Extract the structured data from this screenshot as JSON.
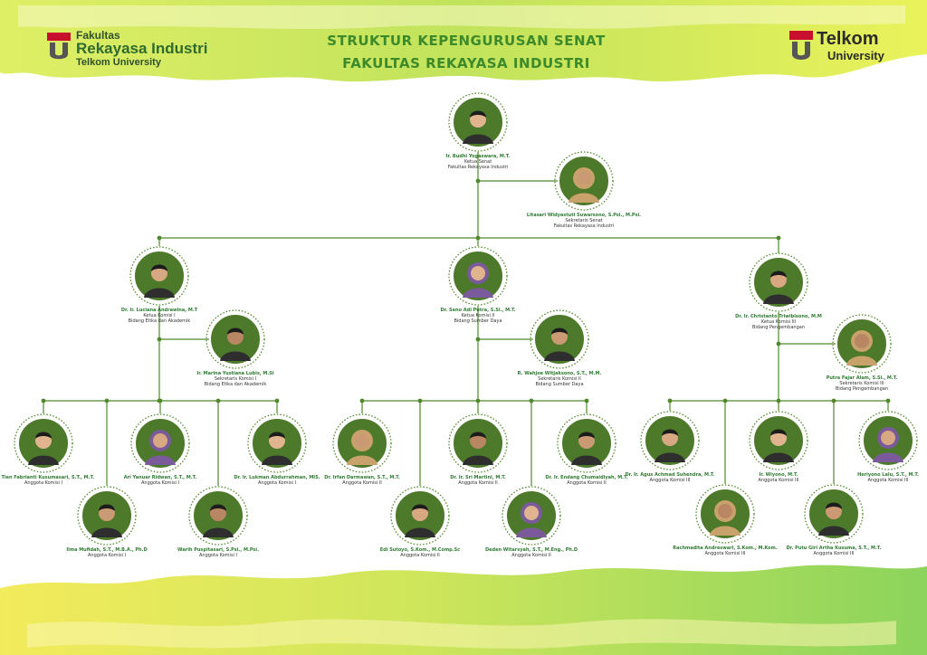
{
  "header": {
    "title_line1": "STRUKTUR KEPENGURUSAN SENAT",
    "title_line2": "FAKULTAS REKAYASA INDUSTRI"
  },
  "logo_left": {
    "line1": "Fakultas",
    "line2": "Rekayasa Industri",
    "line3": "Telkom University"
  },
  "logo_right": {
    "line1": "Telkom",
    "line2": "University"
  },
  "colors": {
    "accent_green": "#4f8a2a",
    "title_green": "#3d8a2a",
    "brand_red": "#c8102e"
  },
  "members": [
    {
      "id": "ketua",
      "name": "Ir. Budhi Yogaswara, M.T.",
      "roles": [
        "Ketua Senat",
        "Fakultas Rekayasa Industri"
      ]
    },
    {
      "id": "sekretaris",
      "name": "Litasari Widyastuti Suwarsono, S.Psi., M.Psi.",
      "roles": [
        "Sekretaris Senat",
        "Fakultas Rekayasa Industri"
      ]
    },
    {
      "id": "k1-ketua",
      "name": "Dr. Ir. Luciana Andrawina, M.T",
      "roles": [
        "Ketua Komisi I",
        "Bidang Etika dan Akademik"
      ]
    },
    {
      "id": "k1-sekretaris",
      "name": "Ir. Marina Yustiana Lubis, M.Si",
      "roles": [
        "Sekretaris Komisi I",
        "Bidang Etika dan Akademik"
      ]
    },
    {
      "id": "k2-ketua",
      "name": "Dr. Seno Adi Putra, S.Si., M.T.",
      "roles": [
        "Ketua Komisi II",
        "Bidang Sumber Daya"
      ]
    },
    {
      "id": "k2-sekretaris",
      "name": "R. Wahjoe Witjaksono, S.T., M.M.",
      "roles": [
        "Sekretaris Komisi II",
        "Bidang Sumber Daya"
      ]
    },
    {
      "id": "k3-ketua",
      "name": "Dr. Ir. Christanto Triwibisono, M.M",
      "roles": [
        "Ketua Komisi III",
        "Bidang Pengembangan"
      ]
    },
    {
      "id": "k3-sekretaris",
      "name": "Putra Fajar Alam, S.Si., M.T.",
      "roles": [
        "Sekretaris Komisi III",
        "Bidang Pengembangan"
      ]
    },
    {
      "id": "m1",
      "name": "Dr. Tien Fabrianti Kusumasari, S.T., M.T.",
      "roles": [
        "Anggota Komisi I"
      ]
    },
    {
      "id": "m2",
      "name": "Ilma Mufidah, S.T., M.B.A., Ph.D",
      "roles": [
        "Anggota Komisi I"
      ]
    },
    {
      "id": "m3",
      "name": "Ari Yanuar Ridwan, S.T., M.T.",
      "roles": [
        "Anggota Komisi I"
      ]
    },
    {
      "id": "m4",
      "name": "Warih Puspitasari, S.Psi., M.Psi.",
      "roles": [
        "Anggota Komisi I"
      ]
    },
    {
      "id": "m5",
      "name": "Dr. Ir. Lukman Abdurrahman, MIS.",
      "roles": [
        "Anggota Komisi I"
      ]
    },
    {
      "id": "m6",
      "name": "Dr. Irfan Darmawan, S.T., M.T.",
      "roles": [
        "Anggota Komisi II"
      ]
    },
    {
      "id": "m7",
      "name": "Edi Sutoyo, S.Kom., M.Comp.Sc",
      "roles": [
        "Anggota Komisi II"
      ]
    },
    {
      "id": "m8",
      "name": "Dr. Ir. Sri Martini, M.T.",
      "roles": [
        "Anggota Komisi II"
      ]
    },
    {
      "id": "m9",
      "name": "Deden Witarsyah, S.T., M.Eng., Ph.D",
      "roles": [
        "Anggota Komisi II"
      ]
    },
    {
      "id": "m10",
      "name": "Dr. Ir. Endang Chumaidiyah, M.T.",
      "roles": [
        "Anggota Komisi II"
      ]
    },
    {
      "id": "m11",
      "name": "Dr. Ir. Agus Achmad Suhendra, M.T.",
      "roles": [
        "Anggota Komisi III"
      ]
    },
    {
      "id": "m12",
      "name": "Rachmadita Andreswari, S.Kom., M.Kom.",
      "roles": [
        "Anggota Komisi III"
      ]
    },
    {
      "id": "m13",
      "name": "Ir. Wiyono, M.T.",
      "roles": [
        "Anggota Komisi III"
      ]
    },
    {
      "id": "m14",
      "name": "Dr. Putu Giri Artha Kusuma, S.T., M.T.",
      "roles": [
        "Anggota Komisi III"
      ]
    },
    {
      "id": "m15",
      "name": "Heriyono Lalu, S.T., M.T.",
      "roles": [
        "Anggota Komisi III"
      ]
    }
  ]
}
